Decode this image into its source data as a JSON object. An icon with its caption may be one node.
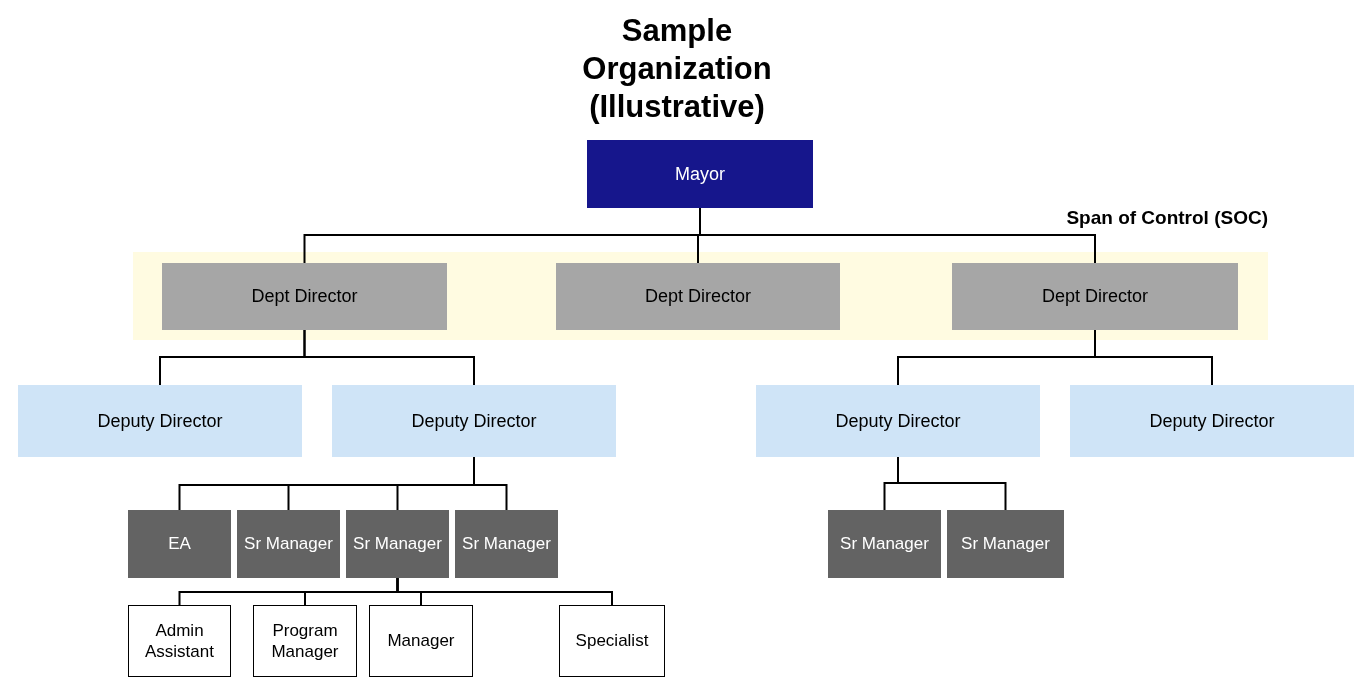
{
  "diagram": {
    "title": "Sample Organization (Illustrative)",
    "nodes": [
      {
        "text": [
          "Mayor"
        ]
      },
      {
        "text": [
          "Span of Control (SOC)"
        ]
      },
      {
        "text": [
          "Dept Director"
        ],
        "in": 1
      },
      {
        "text": [
          "Dept Director"
        ],
        "in": 1
      },
      {
        "text": [
          "Dept Director"
        ],
        "in": 1
      },
      {
        "text": [
          "Deputy Director"
        ]
      },
      {
        "text": [
          "Deputy Director"
        ]
      },
      {
        "text": [
          "Deputy Director"
        ]
      },
      {
        "text": [
          "Deputy Director"
        ]
      },
      {
        "text": [
          "EA"
        ]
      },
      {
        "text": [
          "Sr Manager"
        ]
      },
      {
        "text": [
          "Sr Manager"
        ]
      },
      {
        "text": [
          "Sr Manager"
        ]
      },
      {
        "text": [
          "Sr Manager"
        ]
      },
      {
        "text": [
          "Sr Manager"
        ]
      },
      {
        "text": [
          "Admin Assistant"
        ]
      },
      {
        "text": [
          "Program Manager"
        ]
      },
      {
        "text": [
          "Manager"
        ]
      },
      {
        "text": [
          "Specialist"
        ]
      }
    ],
    "edges": [
      {
        "from": 0,
        "to": 2,
        "arrow": "none"
      },
      {
        "from": 0,
        "to": 3,
        "arrow": "none"
      },
      {
        "from": 0,
        "to": 4,
        "arrow": "none"
      },
      {
        "from": 2,
        "to": 5,
        "arrow": "none"
      },
      {
        "from": 2,
        "to": 6,
        "arrow": "none"
      },
      {
        "from": 4,
        "to": 7,
        "arrow": "none"
      },
      {
        "from": 4,
        "to": 8,
        "arrow": "none"
      },
      {
        "from": 6,
        "to": 9,
        "arrow": "none"
      },
      {
        "from": 6,
        "to": 10,
        "arrow": "none"
      },
      {
        "from": 6,
        "to": 11,
        "arrow": "none"
      },
      {
        "from": 6,
        "to": 12,
        "arrow": "none"
      },
      {
        "from": 7,
        "to": 13,
        "arrow": "none"
      },
      {
        "from": 7,
        "to": 14,
        "arrow": "none"
      },
      {
        "from": 11,
        "to": 15,
        "arrow": "none"
      },
      {
        "from": 11,
        "to": 16,
        "arrow": "none"
      },
      {
        "from": 11,
        "to": 17,
        "arrow": "none"
      },
      {
        "from": 11,
        "to": 18,
        "arrow": "none"
      }
    ]
  }
}
